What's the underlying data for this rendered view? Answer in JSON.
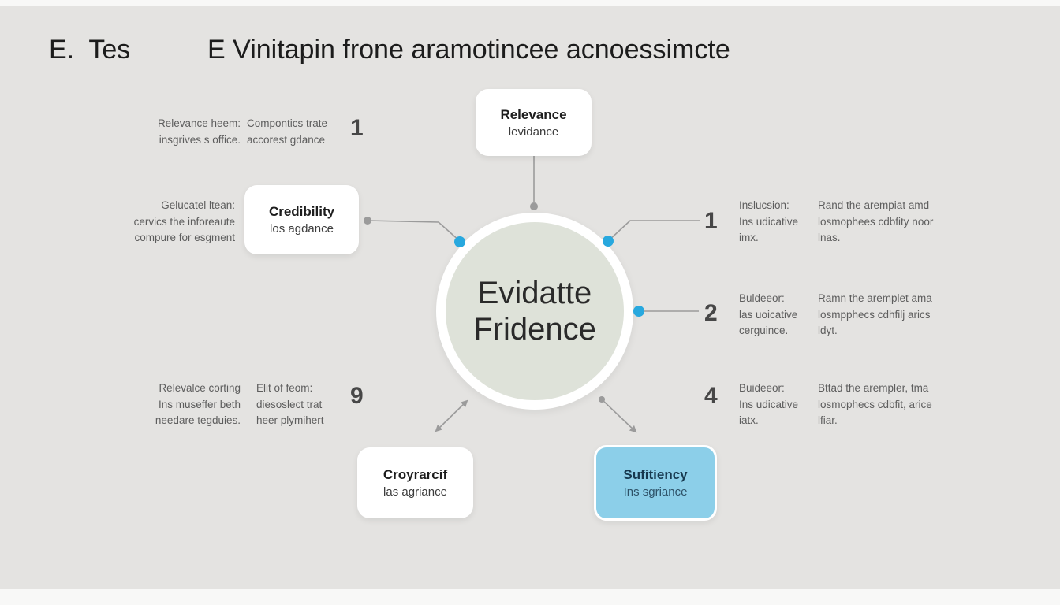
{
  "title": {
    "prefix": "E.  Tes",
    "main": "E Vinitapin frone aramotincee acnoessimcte"
  },
  "center_node": {
    "line1": "Evidatte",
    "line2": "Fridence"
  },
  "nodes": {
    "relevance": {
      "title": "Relevance",
      "subtitle": "levidance"
    },
    "credibility": {
      "title": "Credibility",
      "subtitle": "los agdance"
    },
    "croyrarcif": {
      "title": "Croyrarcif",
      "subtitle": "las agriance"
    },
    "sufitiency": {
      "title": "Sufitiency",
      "subtitle": "Ins sgriance"
    }
  },
  "left_note": {
    "line1": "Gelucatel ltean:",
    "line2": "cervics the inforeaute",
    "line3": "compure for esgment"
  },
  "items": {
    "top_left": {
      "number": "1",
      "col1": [
        "Relevance heem:",
        "insgrives s office."
      ],
      "col2": [
        "Compontics trate",
        "accorest gdance"
      ]
    },
    "right_1": {
      "number": "1",
      "col1": [
        "Inslucsion:",
        "Ins udicative",
        "imx."
      ],
      "col2": [
        "Rand the arempiat amd",
        "losmophees cdbfity noor",
        "lnas."
      ]
    },
    "right_2": {
      "number": "2",
      "col1": [
        "Buldeeor:",
        "las uoicative",
        "cerguince."
      ],
      "col2": [
        "Ramn the aremplet ama",
        "losmpphecs cdhfilj arics",
        "ldyt."
      ]
    },
    "right_4": {
      "number": "4",
      "col1": [
        "Buideeor:",
        "Ins udicative",
        "iatx."
      ],
      "col2": [
        "Bttad the arempler, tma",
        "losmophecs cdbfit, arice",
        "lfiar."
      ]
    },
    "bottom_left": {
      "number": "9",
      "col1": [
        "Relevalce corting",
        "Ins museffer beth",
        "needare tegduies."
      ],
      "col2": [
        "Elit of feom:",
        "diesoslect trat",
        "heer plymihert"
      ]
    }
  },
  "colors": {
    "background": "#e4e3e1",
    "accent_blue_dot": "#28a8de",
    "sufitiency_box_fill": "#8ccfe9",
    "circle_fill": "#dee2d9",
    "connector_gray": "#9b9b9b",
    "title_text": "#1c1c1c",
    "body_text": "#5d5d5d"
  }
}
